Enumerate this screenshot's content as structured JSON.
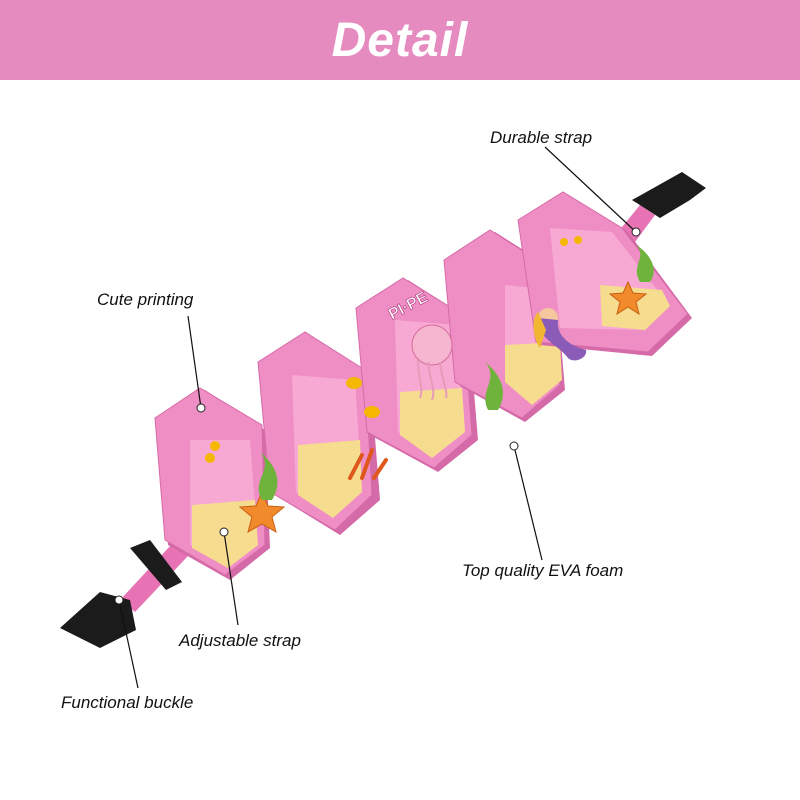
{
  "banner": {
    "title": "Detail",
    "color": "#e58bc0"
  },
  "product": {
    "brand_logo": "PI·PE",
    "float_color": "#ef8ec4",
    "float_shade": "#d56aa8",
    "print_sand_color": "#f6dc8e",
    "print_sea_color": "#f7a9d3",
    "strap_color": "#e873b4",
    "buckle_color": "#1b1b1b",
    "illustrations": [
      "starfish-icon",
      "seaweed-icon",
      "coral-icon",
      "fish-icon",
      "jellyfish-icon",
      "mermaid-icon"
    ]
  },
  "callouts": {
    "durable_strap": "Durable strap",
    "cute_printing": "Cute printing",
    "top_quality_eva_foam": "Top quality EVA foam",
    "adjustable_strap": "Adjustable strap",
    "functional_buckle": "Functional buckle"
  }
}
